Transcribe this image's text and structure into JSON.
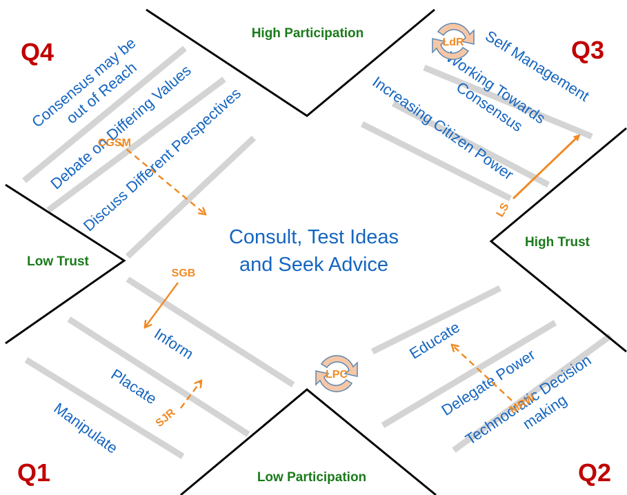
{
  "colors": {
    "quadrant": "#c00000",
    "axis": "#1a7a1a",
    "label": "#1565c0",
    "actor": "#f08a24",
    "band": "#d4d4d4",
    "cycle_fill": "#f6c7a7",
    "cycle_stroke": "#5a86b0"
  },
  "quadrants": {
    "q4": "Q4",
    "q3": "Q3",
    "q1": "Q1",
    "q2": "Q2"
  },
  "axes": {
    "high_participation": "High Participation",
    "low_participation": "Low Participation",
    "low_trust": "Low Trust",
    "high_trust": "High Trust"
  },
  "center": {
    "line1": "Consult, Test Ideas",
    "line2": "and Seek Advice"
  },
  "q4_levels": {
    "consensus_line1": "Consensus may be",
    "consensus_line2": "out of Reach",
    "debate": "Debate on Differing Values",
    "discuss": "Discuss Different Perspectives"
  },
  "q3_levels": {
    "self_management": "Self Management",
    "working_line1": "Working Towards",
    "working_line2": "Consensus",
    "increasing": "Increasing Citizen Power"
  },
  "q1_levels": {
    "inform": "Inform",
    "placate": "Placate",
    "manipulate": "Manipulate"
  },
  "q2_levels": {
    "educate": "Educate",
    "delegate": "Delegate Power",
    "technocratic_line1": "Technocratic Decision",
    "technocratic_line2": "making"
  },
  "actors": {
    "cgsm": "CGSM",
    "ldr": "LdR",
    "ls": "LS",
    "sgb": "SGB",
    "sjr": "SJR",
    "lpc": "LPC",
    "mrw": "MRW"
  }
}
